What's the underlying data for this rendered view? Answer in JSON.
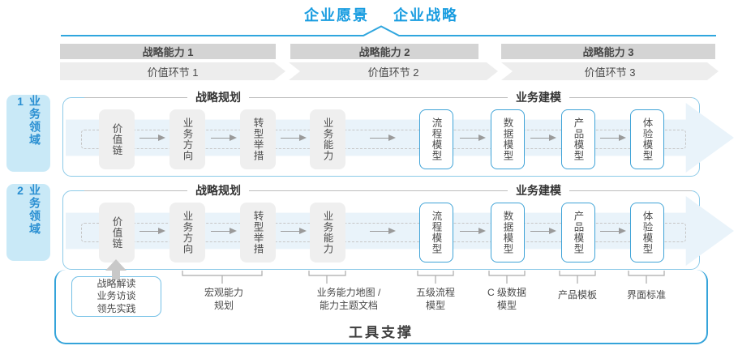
{
  "header": {
    "vision": "企业愿景",
    "strategy": "企业战略"
  },
  "capability_bars": [
    "战略能力 1",
    "战略能力 2",
    "战略能力 3"
  ],
  "value_links": [
    "价值环节 1",
    "价值环节 2",
    "价值环节 3"
  ],
  "domains": [
    "业务领域 1",
    "业务领域 2"
  ],
  "row": {
    "planning_title": "战略规划",
    "modeling_title": "业务建模",
    "planning_boxes": [
      "价值链",
      "业务方向",
      "转型举措",
      "业务能力"
    ],
    "modeling_boxes": [
      "流程模型",
      "数据模型",
      "产品模型",
      "体验模型"
    ]
  },
  "annotations": {
    "practice_lines": [
      "战略解读",
      "业务访谈",
      "领先实践"
    ],
    "macro_capability": [
      "宏观能力",
      "规划"
    ],
    "capability_map": [
      "业务能力地图 /",
      "能力主题文档"
    ],
    "process_model": [
      "五级流程",
      "模型"
    ],
    "data_model": [
      "C 级数据",
      "模型"
    ],
    "product_template": "产品模板",
    "ui_standard": "界面标准"
  },
  "footer": {
    "tool_support": "工具支撑"
  },
  "colors": {
    "accent_blue": "#189ce0",
    "line_blue": "#2fa6de",
    "domain_fill": "#c9e9f7",
    "band_fill": "#e9f3fa",
    "bar_gray": "#d4d4d4",
    "chevron_gray": "#ededed",
    "node_gray": "#efefef",
    "blue_node_border": "#3fa3d7",
    "outer_border": "#35a4da"
  }
}
